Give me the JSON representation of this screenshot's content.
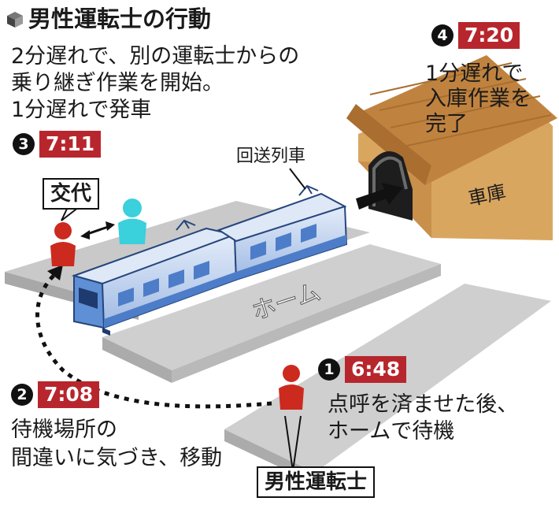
{
  "title": "男性運転士の行動",
  "steps": [
    {
      "num": "1",
      "time": "6:48",
      "text": [
        "点呼を済ませた後、",
        "ホームで待機"
      ]
    },
    {
      "num": "2",
      "time": "7:08",
      "text": [
        "待機場所の",
        "間違いに気づき、移動"
      ]
    },
    {
      "num": "3",
      "time": "7:11",
      "text": [
        "2分遅れで、別の運転士からの",
        "乗り継ぎ作業を開始。",
        "1分遅れで発車"
      ]
    },
    {
      "num": "4",
      "time": "7:20",
      "text": [
        "1分遅れで",
        "入庫作業を",
        "完了"
      ]
    }
  ],
  "labels": {
    "train": "回送列車",
    "platform": "ホーム",
    "depot": "車庫",
    "handover": "交代",
    "driver": "男性運転士"
  },
  "colors": {
    "time_badge": "#b8262d",
    "driver": "#cc2a1e",
    "other_driver": "#3ad0dc",
    "train": "#4d7dc8",
    "depot": "#d49a57"
  }
}
